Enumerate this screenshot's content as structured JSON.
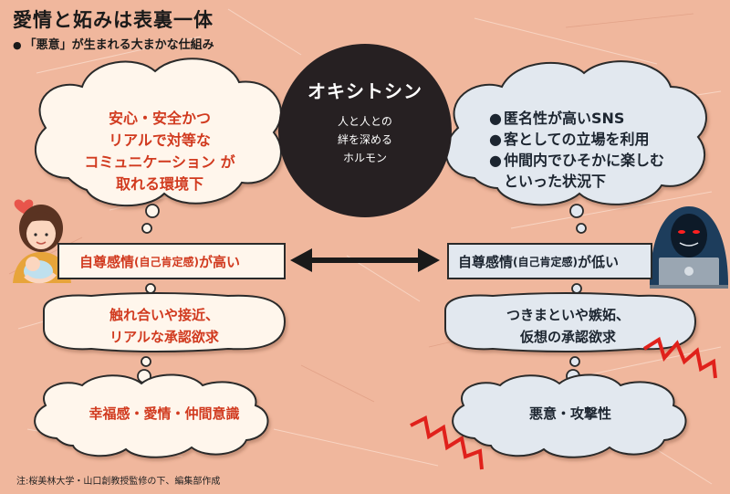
{
  "title": "愛情と妬みは表裏一体",
  "subtitle": "「悪意」が生まれる大まかな仕組み",
  "subtitle_bullet": "●",
  "note": "注:桜美林大学・山口創教授監修の下、編集部作成",
  "center": {
    "title": "オキシトシン",
    "description": "人と人との\n絆を深める\nホルモン"
  },
  "left": {
    "cloud_text": "安心・安全かつ\nリアルで対等な\nコミュニケーション が\n取れる環境下",
    "bar_main": "自尊感情",
    "bar_paren": "(自己肯定感)",
    "bar_tail": "が高い",
    "middle": "触れ合いや接近、\nリアルな承認欲求",
    "bottom": "幸福感・愛情・仲間意識",
    "icon": "mother-baby-icon"
  },
  "right": {
    "bullet": "●",
    "cloud_items": [
      "匿名性が高いSNS",
      "客としての立場を利用",
      "仲間内でひそかに楽しむ"
    ],
    "cloud_cont": "といった状況下",
    "bar_main": "自尊感情",
    "bar_paren": "(自己肯定感)",
    "bar_tail": "が低い",
    "middle": "つきまといや嫉妬、\n仮想の承認欲求",
    "bottom": "悪意・攻撃性",
    "icon": "hooded-hacker-icon"
  },
  "colors": {
    "background": "#f0b79d",
    "left_fill": "#fff6ec",
    "right_fill": "#e2e8ef",
    "left_text": "#d13a1f",
    "right_text": "#1c2530",
    "outline": "#2a2a2a",
    "burst": "#e0211b"
  }
}
